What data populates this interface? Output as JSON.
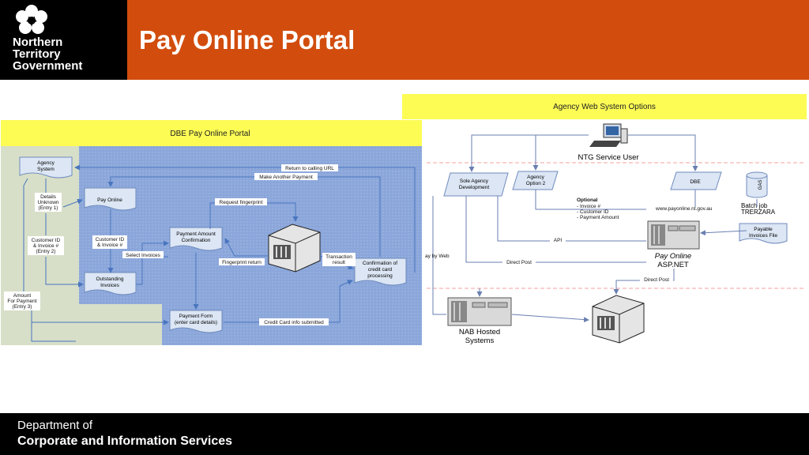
{
  "header": {
    "logo": {
      "line1": "Northern",
      "line2": "Territory",
      "line3": "Government"
    },
    "title": "Pay Online Portal"
  },
  "left_diagram": {
    "banner": "DBE Pay Online Portal",
    "nodes": {
      "agency_system": [
        "Agency",
        "System"
      ],
      "pay_online": "Pay Online",
      "outstanding_invoices": [
        "Outstanding",
        "Invoices"
      ],
      "payment_amount_confirmation": [
        "Payment Amount",
        "Confirmation"
      ],
      "payment_form": [
        "Payment Form",
        "(enter card details)"
      ],
      "confirmation_cc": [
        "Confirmation of",
        "credit card",
        "processing"
      ]
    },
    "labels": {
      "details_unknown": [
        "Details",
        "Unknown",
        "(Entry 1)"
      ],
      "customer_id_entry2": [
        "Customer ID",
        "& Invoice #",
        "(Entry 2)"
      ],
      "amount_entry3": [
        "Amount",
        "For Payment",
        "(Entry 3)"
      ],
      "return_calling": "Return to calling URL",
      "make_another": "Make Another Payment",
      "request_fingerprint": "Request fingerprint",
      "customer_id_invoice": [
        "Customer ID",
        "& Invoice #"
      ],
      "select_invoices": "Select Invoices",
      "fingerprint_return": "Fingerprint return",
      "transaction_result": [
        "Transaction",
        "result"
      ],
      "credit_card_submitted": "Credit Card info submitted"
    }
  },
  "right_diagram": {
    "banner": "Agency Web System Options",
    "ntg_user": "NTG Service User",
    "sole_agency": [
      "Sole Agency",
      "Development"
    ],
    "agency_option2": [
      "Agency",
      "Option 2"
    ],
    "dbe": "DBE",
    "gas": "GAS",
    "optional": [
      "Optional",
      "- Invoice #",
      "- Customer ID",
      "- Payment Amount"
    ],
    "url": "www.payonline.nt.gov.au",
    "batch_job": [
      "Batch job",
      "TRERZARA"
    ],
    "payable_file": [
      "Payable",
      "Invoices File"
    ],
    "api": "API",
    "pay_by_web": "ay by Web",
    "direct_post1": "Direct Post",
    "direct_post2": "Direct Post",
    "pay_online_asp": [
      "Pay Online",
      "ASP.NET"
    ],
    "nab_hosted": [
      "NAB Hosted",
      "Systems"
    ]
  },
  "footer": {
    "line1": "Department of",
    "line2": "Corporate and Information Services"
  },
  "colors": {
    "header": "#d24d0d",
    "banner_yellow": "#fcfc55",
    "portal_blue": "#8fa9da",
    "side_panel": "#d7dfc8",
    "shape_fill": "#dce6f4",
    "arrow": "#4a76bf"
  }
}
